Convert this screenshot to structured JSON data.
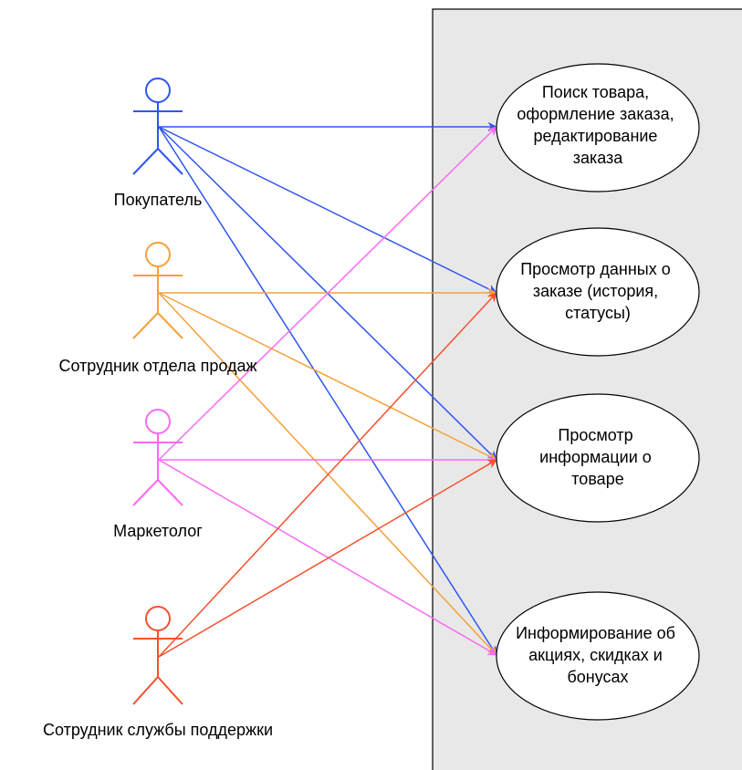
{
  "diagram": {
    "boundary": {
      "fill": "#e8e8e8",
      "stroke": "#000000"
    },
    "actors": [
      {
        "id": "buyer",
        "label": "Покупатель",
        "color": "#2f55f0"
      },
      {
        "id": "sales",
        "label": "Сотрудник отдела продаж",
        "color": "#f5a13b"
      },
      {
        "id": "marketer",
        "label": "Маркетолог",
        "color": "#f86bf3"
      },
      {
        "id": "support",
        "label": "Сотрудник службы поддержки",
        "color": "#f5512e"
      }
    ],
    "use_cases": [
      {
        "id": "uc1",
        "lines": [
          "Поиск товара,",
          "оформление заказа,",
          "редактирование",
          "заказа"
        ]
      },
      {
        "id": "uc2",
        "lines": [
          "Просмотр данных о",
          "заказе (история,",
          "статусы)"
        ]
      },
      {
        "id": "uc3",
        "lines": [
          "Просмотр",
          "информации о",
          "товаре"
        ]
      },
      {
        "id": "uc4",
        "lines": [
          "Информирование об",
          "акциях, скидках и",
          "бонусах"
        ]
      }
    ],
    "associations": [
      {
        "from": "buyer",
        "to": "uc1"
      },
      {
        "from": "buyer",
        "to": "uc2"
      },
      {
        "from": "buyer",
        "to": "uc3"
      },
      {
        "from": "buyer",
        "to": "uc4"
      },
      {
        "from": "sales",
        "to": "uc2"
      },
      {
        "from": "sales",
        "to": "uc3"
      },
      {
        "from": "sales",
        "to": "uc4"
      },
      {
        "from": "marketer",
        "to": "uc1"
      },
      {
        "from": "marketer",
        "to": "uc3"
      },
      {
        "from": "marketer",
        "to": "uc4"
      },
      {
        "from": "support",
        "to": "uc2"
      },
      {
        "from": "support",
        "to": "uc3"
      }
    ]
  }
}
